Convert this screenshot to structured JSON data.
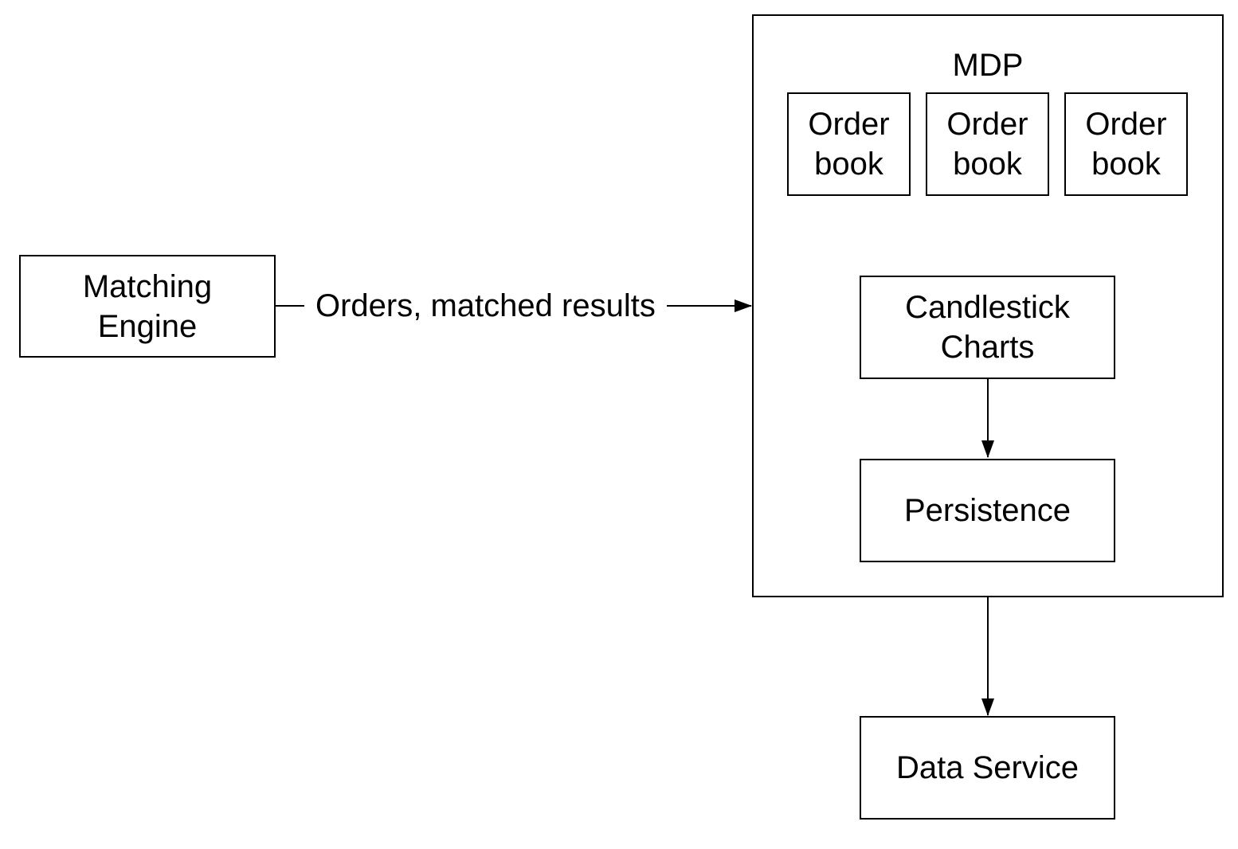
{
  "nodes": {
    "matching_engine": "Matching\nEngine",
    "mdp": "MDP",
    "order_book_1": "Order\nbook",
    "order_book_2": "Order\nbook",
    "order_book_3": "Order\nbook",
    "candlestick_charts": "Candlestick\nCharts",
    "persistence": "Persistence",
    "data_service": "Data Service"
  },
  "edges": {
    "engine_to_mdp": "Orders, matched results"
  }
}
